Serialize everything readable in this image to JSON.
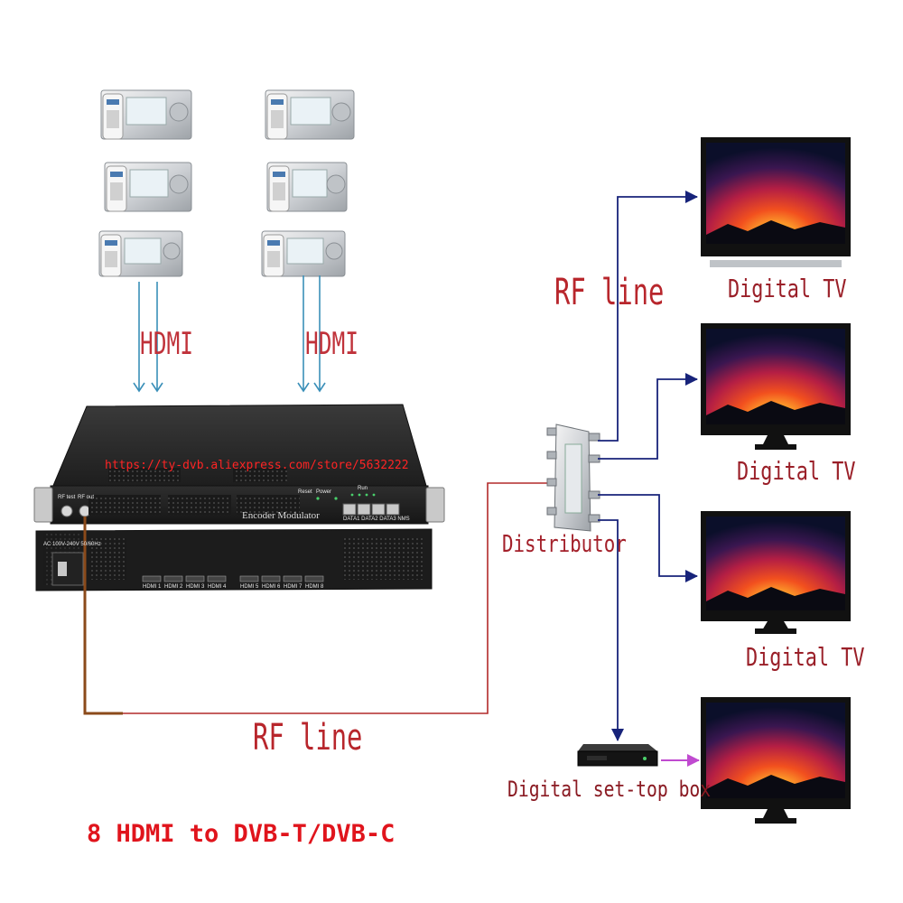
{
  "labels": {
    "hdmi_left": "HDMI",
    "hdmi_right": "HDMI",
    "rf_line_top": "RF line",
    "rf_line_bottom": "RF line",
    "distributor": "Distributor",
    "digital_tv_1": "Digital TV",
    "digital_tv_2": "Digital TV",
    "digital_tv_3": "Digital TV",
    "set_top_box": "Digital set-top box",
    "caption": "8 HDMI to DVB-T/DVB-C",
    "watermark_url": "https://ty-dvb.aliexpress.com/store/5632222"
  },
  "device": {
    "front_title": "Encoder Modulator",
    "rf_test": "RF test",
    "rf_out": "RF out",
    "reset": "Reset",
    "power": "Power",
    "run": "Run",
    "data_ports": "DATA1 DATA2 DATA3 NMS",
    "ac_label": "AC 100V-240V 50/60Hz",
    "hdmi_ports": [
      "HDMI 1",
      "HDMI 2",
      "HDMI 3",
      "HDMI 4",
      "HDMI 5",
      "HDMI 6",
      "HDMI 7",
      "HDMI 8"
    ]
  },
  "colors": {
    "hdmi_arrow": "#3a8fb8",
    "rf_cable_brown": "#8b4a1a",
    "rf_cable_red": "#b22a2a",
    "output_arrow": "#17237a",
    "stb_arrow": "#c04ad0",
    "label_red": "#b8262c",
    "caption_red": "#e0141c"
  },
  "icons": [
    "tv-receiver-icon",
    "encoder-modulator-icon",
    "splitter-icon",
    "set-top-box-icon",
    "television-icon"
  ]
}
